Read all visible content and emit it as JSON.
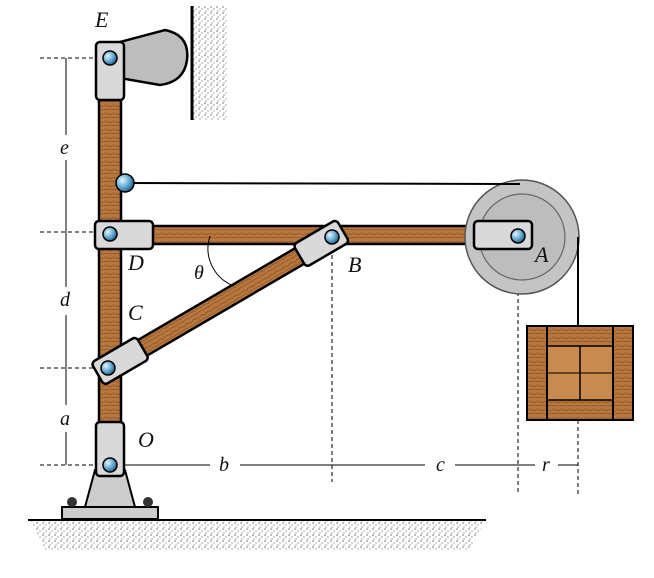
{
  "points": {
    "E": "E",
    "D": "D",
    "C": "C",
    "O": "O",
    "B": "B",
    "A": "A"
  },
  "angle": "θ",
  "dimensions": {
    "e": "e",
    "d": "d",
    "a": "a",
    "b": "b",
    "c": "c",
    "r": "r"
  },
  "colors": {
    "wood": "#b8773e",
    "bracket": "#d9d9d9",
    "pin": "#6fb3d9",
    "pulley": "#bdbdbd"
  }
}
